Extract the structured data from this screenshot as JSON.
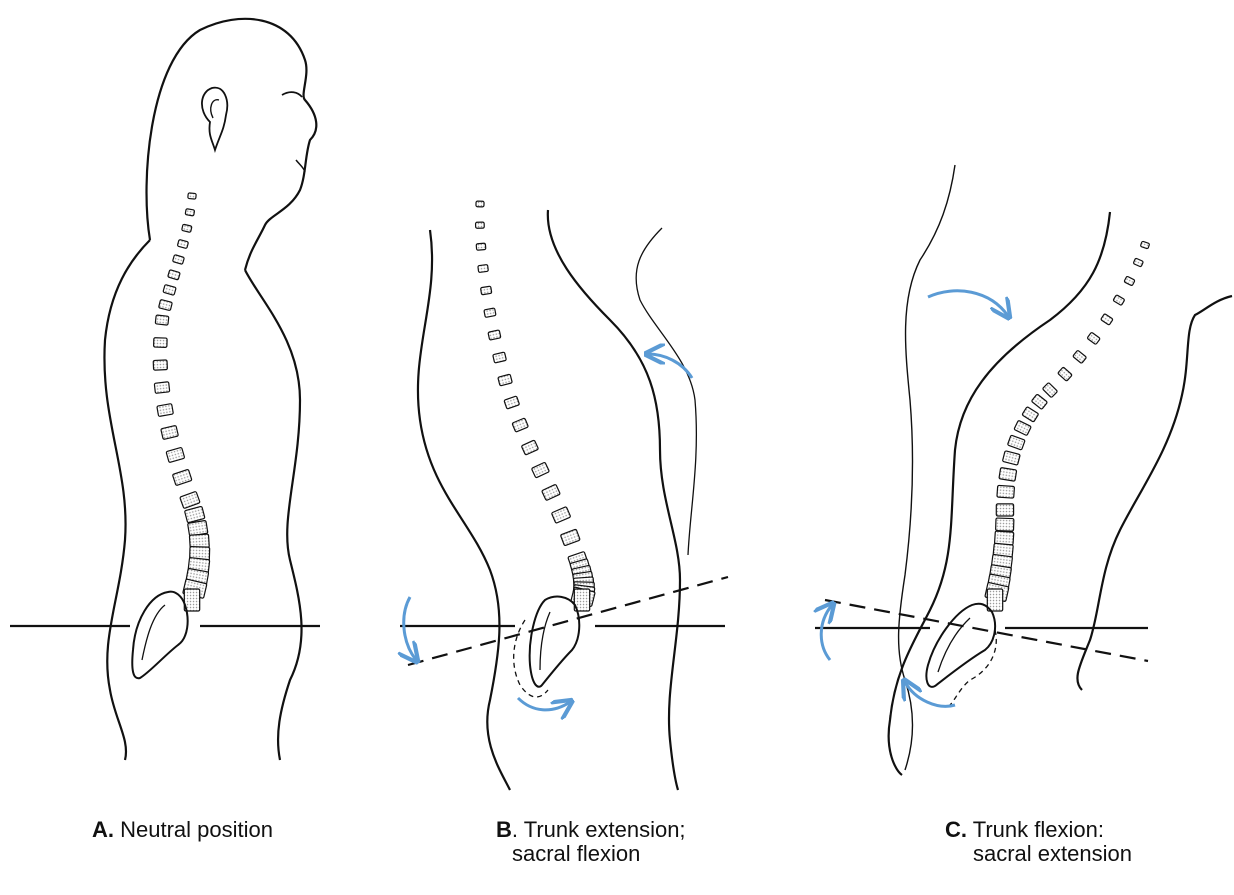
{
  "panels": [
    {
      "letter": "A.",
      "text": "Neutral position",
      "text_line2": ""
    },
    {
      "letter": "B",
      "text": ". Trunk extension;",
      "text_line2": "sacral flexion"
    },
    {
      "letter": "C.",
      "text": "Trunk flexion:",
      "text_line2": "sacral extension"
    }
  ],
  "colors": {
    "arrow": "#5b9bd5",
    "line": "#111111",
    "vertebra_fill": "#d9d9d9"
  }
}
